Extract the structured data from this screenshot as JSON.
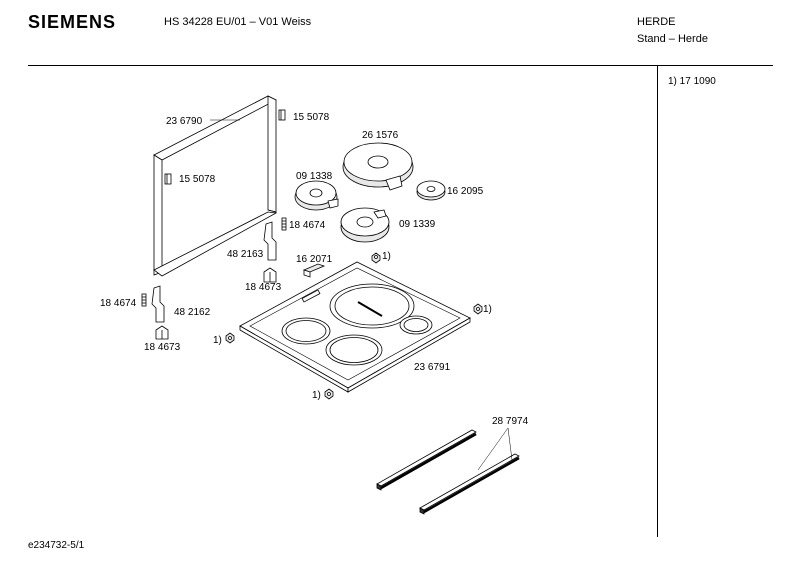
{
  "header": {
    "brand": "SIEMENS",
    "model": "HS 34228 EU/01 – V01 Weiss",
    "category": "HERDE",
    "subcategory": "Stand – Herde"
  },
  "side_note": "1)  17 1090",
  "footer": "e234732-5/1",
  "parts": {
    "frame": "23 6790",
    "clip_top": "15 5078",
    "clip_frame": "15 5078",
    "hotplate_large": "26 1576",
    "hotplate_small_left": "09 1338",
    "hotplate_small_right": "16 2095",
    "hotplate_mid": "09 1339",
    "spring_right": "18 4674",
    "hinge_right": "48 2163",
    "cap_right": "18 4673",
    "spring_left": "18 4674",
    "hinge_left": "48 2162",
    "cap_left": "18 4673",
    "clip_cooktop": "16 2071",
    "cooktop": "23 6791",
    "trim_strip": "28 7974",
    "nut_top": "1)",
    "nut_right": "1)",
    "nut_left": "1)",
    "nut_bottom": "1)"
  }
}
